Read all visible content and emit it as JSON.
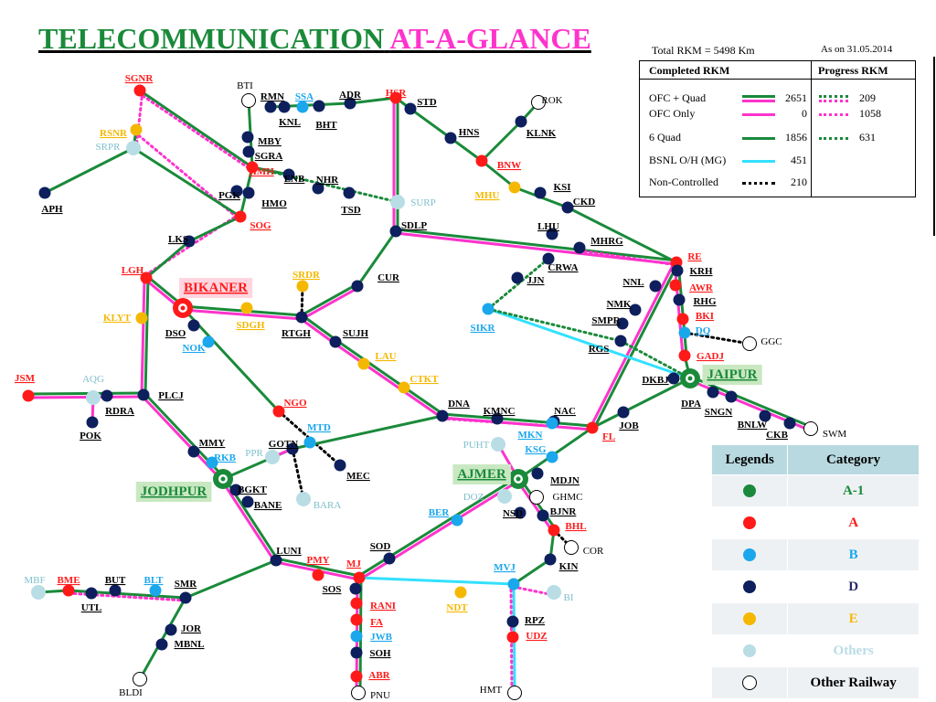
{
  "title": {
    "part1": "TELECOMMUNICATION",
    "part2": "AT-A-GLANCE"
  },
  "header": {
    "total_rkm": "Total RKM = 5498 Km",
    "as_on": "As on  31.05.2014"
  },
  "rkm_table": {
    "completed_header": "Completed  RKM",
    "progress_header": "Progress RKM",
    "rows": [
      {
        "label": "OFC + Quad",
        "completed": "2651",
        "progress": "209",
        "color": "#1a8a3a",
        "color2": "#ff33cc",
        "style": "double"
      },
      {
        "label": "OFC Only",
        "completed": "0",
        "progress": "1058",
        "color": "#ff33cc",
        "style": "solid"
      },
      {
        "label": "6 Quad",
        "completed": "1856",
        "progress": "631",
        "color": "#1a8a3a",
        "style": "solid"
      },
      {
        "label": "BSNL O/H (MG)",
        "completed": "451",
        "progress": "",
        "color": "#33e0ff",
        "style": "solid"
      },
      {
        "label": "Non-Controlled",
        "completed": "210",
        "progress": "",
        "color": "#000000",
        "style": "dotted"
      }
    ]
  },
  "legend": {
    "headers": [
      "Legends",
      "Category"
    ],
    "rows": [
      {
        "category": "A-1",
        "color": "#1a8a3a",
        "text_color": "#1a8a3a"
      },
      {
        "category": "A",
        "color": "#ff1a1a",
        "text_color": "#ff1a1a"
      },
      {
        "category": "B",
        "color": "#1aa7ec",
        "text_color": "#1aa7ec"
      },
      {
        "category": "D",
        "color": "#0d1f5c",
        "text_color": "#2b2b6b"
      },
      {
        "category": "E",
        "color": "#f5b800",
        "text_color": "#f5b800"
      },
      {
        "category": "Others",
        "color": "#b8dde5",
        "text_color": "#b8dde5"
      },
      {
        "category": "Other Railway",
        "color": "#ffffff",
        "text_color": "#000000"
      }
    ]
  },
  "colors": {
    "A1": "#1a8a3a",
    "A": "#ff1a1a",
    "B": "#1aa7ec",
    "D": "#0d1f5c",
    "E": "#f5b800",
    "O": "#b8dde5",
    "R": "#ffffff",
    "green": "#1a8a3a",
    "pink": "#ff33cc",
    "cyan": "#33e0ff"
  },
  "diagram": {
    "stations": [
      {
        "id": "SGNR",
        "cat": "A"
      },
      {
        "id": "BTI",
        "cat": "R"
      },
      {
        "id": "RMN",
        "cat": "D"
      },
      {
        "id": "SSA",
        "cat": "B"
      },
      {
        "id": "KNL",
        "cat": "D"
      },
      {
        "id": "BHT",
        "cat": "D"
      },
      {
        "id": "ADR",
        "cat": "D"
      },
      {
        "id": "HSR",
        "cat": "A"
      },
      {
        "id": "STD",
        "cat": "D"
      },
      {
        "id": "ROK",
        "cat": "R"
      },
      {
        "id": "KLNK",
        "cat": "D"
      },
      {
        "id": "HNS",
        "cat": "D"
      },
      {
        "id": "BNW",
        "cat": "A"
      },
      {
        "id": "MHU",
        "cat": "E"
      },
      {
        "id": "KSI",
        "cat": "D"
      },
      {
        "id": "CKD",
        "cat": "D"
      },
      {
        "id": "RSNR",
        "cat": "E"
      },
      {
        "id": "SRPR",
        "cat": "O"
      },
      {
        "id": "MBY",
        "cat": "D"
      },
      {
        "id": "SGRA",
        "cat": "D"
      },
      {
        "id": "HMH",
        "cat": "A"
      },
      {
        "id": "ENB",
        "cat": "D"
      },
      {
        "id": "NHR",
        "cat": "D"
      },
      {
        "id": "PGK",
        "cat": "D"
      },
      {
        "id": "HMO",
        "cat": "D"
      },
      {
        "id": "TSD",
        "cat": "D"
      },
      {
        "id": "SURP",
        "cat": "O"
      },
      {
        "id": "APH",
        "cat": "D"
      },
      {
        "id": "SOG",
        "cat": "A"
      },
      {
        "id": "SDLP",
        "cat": "D"
      },
      {
        "id": "LHU",
        "cat": "D"
      },
      {
        "id": "MHRG",
        "cat": "D"
      },
      {
        "id": "RE",
        "cat": "A"
      },
      {
        "id": "LKS",
        "cat": "D"
      },
      {
        "id": "CRWA",
        "cat": "D"
      },
      {
        "id": "KRH",
        "cat": "D"
      },
      {
        "id": "LGH",
        "cat": "A"
      },
      {
        "id": "SRDR",
        "cat": "E"
      },
      {
        "id": "CUR",
        "cat": "D"
      },
      {
        "id": "JJN",
        "cat": "D"
      },
      {
        "id": "NNL",
        "cat": "D"
      },
      {
        "id": "AWR",
        "cat": "A"
      },
      {
        "id": "BIKANER",
        "cat": "A1"
      },
      {
        "id": "RHG",
        "cat": "D"
      },
      {
        "id": "KLYT",
        "cat": "E"
      },
      {
        "id": "SDGH",
        "cat": "E"
      },
      {
        "id": "RTGH",
        "cat": "D"
      },
      {
        "id": "NMK",
        "cat": "D"
      },
      {
        "id": "BKI",
        "cat": "A"
      },
      {
        "id": "DSO",
        "cat": "D"
      },
      {
        "id": "SUJH",
        "cat": "D"
      },
      {
        "id": "SIKR",
        "cat": "B"
      },
      {
        "id": "SMPR",
        "cat": "D"
      },
      {
        "id": "DQ",
        "cat": "B"
      },
      {
        "id": "GGC",
        "cat": "R"
      },
      {
        "id": "NOK",
        "cat": "B"
      },
      {
        "id": "LAU",
        "cat": "E"
      },
      {
        "id": "RGS",
        "cat": "D"
      },
      {
        "id": "GADJ",
        "cat": "A"
      },
      {
        "id": "JSM",
        "cat": "A"
      },
      {
        "id": "AQG",
        "cat": "O"
      },
      {
        "id": "CTKT",
        "cat": "E"
      },
      {
        "id": "JAIPUR",
        "cat": "A1"
      },
      {
        "id": "DKBJ",
        "cat": "D"
      },
      {
        "id": "RDRA",
        "cat": "D"
      },
      {
        "id": "PLCJ",
        "cat": "D"
      },
      {
        "id": "NGO",
        "cat": "A"
      },
      {
        "id": "DNA",
        "cat": "D"
      },
      {
        "id": "DPA",
        "cat": "D"
      },
      {
        "id": "KMNC",
        "cat": "D"
      },
      {
        "id": "NAC",
        "cat": "D"
      },
      {
        "id": "SNGN",
        "cat": "D"
      },
      {
        "id": "POK",
        "cat": "D"
      },
      {
        "id": "MTD",
        "cat": "B"
      },
      {
        "id": "BNLW",
        "cat": "D"
      },
      {
        "id": "JOB",
        "cat": "D"
      },
      {
        "id": "MKN",
        "cat": "B"
      },
      {
        "id": "FL",
        "cat": "A"
      },
      {
        "id": "CKB",
        "cat": "D"
      },
      {
        "id": "SWM",
        "cat": "R"
      },
      {
        "id": "MMY",
        "cat": "D"
      },
      {
        "id": "GOTN",
        "cat": "D"
      },
      {
        "id": "PUHT",
        "cat": "O"
      },
      {
        "id": "KSG",
        "cat": "B"
      },
      {
        "id": "RKB",
        "cat": "B"
      },
      {
        "id": "PPR",
        "cat": "O"
      },
      {
        "id": "MEC",
        "cat": "D"
      },
      {
        "id": "AJMER",
        "cat": "A1"
      },
      {
        "id": "MDJN",
        "cat": "D"
      },
      {
        "id": "JODHPUR",
        "cat": "A1"
      },
      {
        "id": "BGKT",
        "cat": "D"
      },
      {
        "id": "DOZ",
        "cat": "O"
      },
      {
        "id": "GHMC",
        "cat": "R"
      },
      {
        "id": "BANE",
        "cat": "D"
      },
      {
        "id": "BARA",
        "cat": "O"
      },
      {
        "id": "BER",
        "cat": "B"
      },
      {
        "id": "NSD",
        "cat": "D"
      },
      {
        "id": "BJNR",
        "cat": "D"
      },
      {
        "id": "BHL",
        "cat": "A"
      },
      {
        "id": "COR",
        "cat": "R"
      },
      {
        "id": "SOD",
        "cat": "D"
      },
      {
        "id": "LUNI",
        "cat": "D"
      },
      {
        "id": "PMY",
        "cat": "A"
      },
      {
        "id": "MJ",
        "cat": "A"
      },
      {
        "id": "MVJ",
        "cat": "B"
      },
      {
        "id": "KIN",
        "cat": "D"
      },
      {
        "id": "MBF",
        "cat": "O"
      },
      {
        "id": "BME",
        "cat": "A"
      },
      {
        "id": "BUT",
        "cat": "D"
      },
      {
        "id": "BLT",
        "cat": "B"
      },
      {
        "id": "SMR",
        "cat": "D"
      },
      {
        "id": "UTL",
        "cat": "D"
      },
      {
        "id": "SOS",
        "cat": "D"
      },
      {
        "id": "NDT",
        "cat": "E"
      },
      {
        "id": "BI",
        "cat": "O"
      },
      {
        "id": "RANI",
        "cat": "A"
      },
      {
        "id": "JOR",
        "cat": "D"
      },
      {
        "id": "FA",
        "cat": "A"
      },
      {
        "id": "RPZ",
        "cat": "D"
      },
      {
        "id": "UDZ",
        "cat": "A"
      },
      {
        "id": "MBNL",
        "cat": "D"
      },
      {
        "id": "JWB",
        "cat": "B"
      },
      {
        "id": "SOH",
        "cat": "D"
      },
      {
        "id": "ABR",
        "cat": "A"
      },
      {
        "id": "BLDI",
        "cat": "R"
      },
      {
        "id": "PNU",
        "cat": "R"
      },
      {
        "id": "HMT",
        "cat": "R"
      }
    ]
  }
}
